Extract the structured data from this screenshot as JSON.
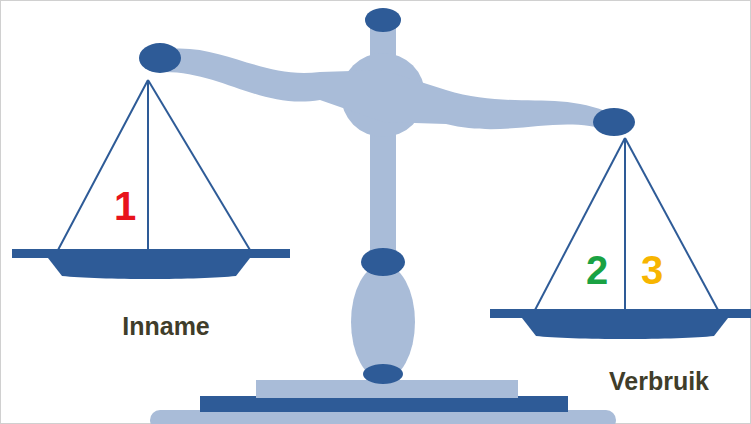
{
  "diagram": {
    "labels": [
      "1",
      "Inname",
      "2",
      "3",
      "Verbruik"
    ]
  }
}
